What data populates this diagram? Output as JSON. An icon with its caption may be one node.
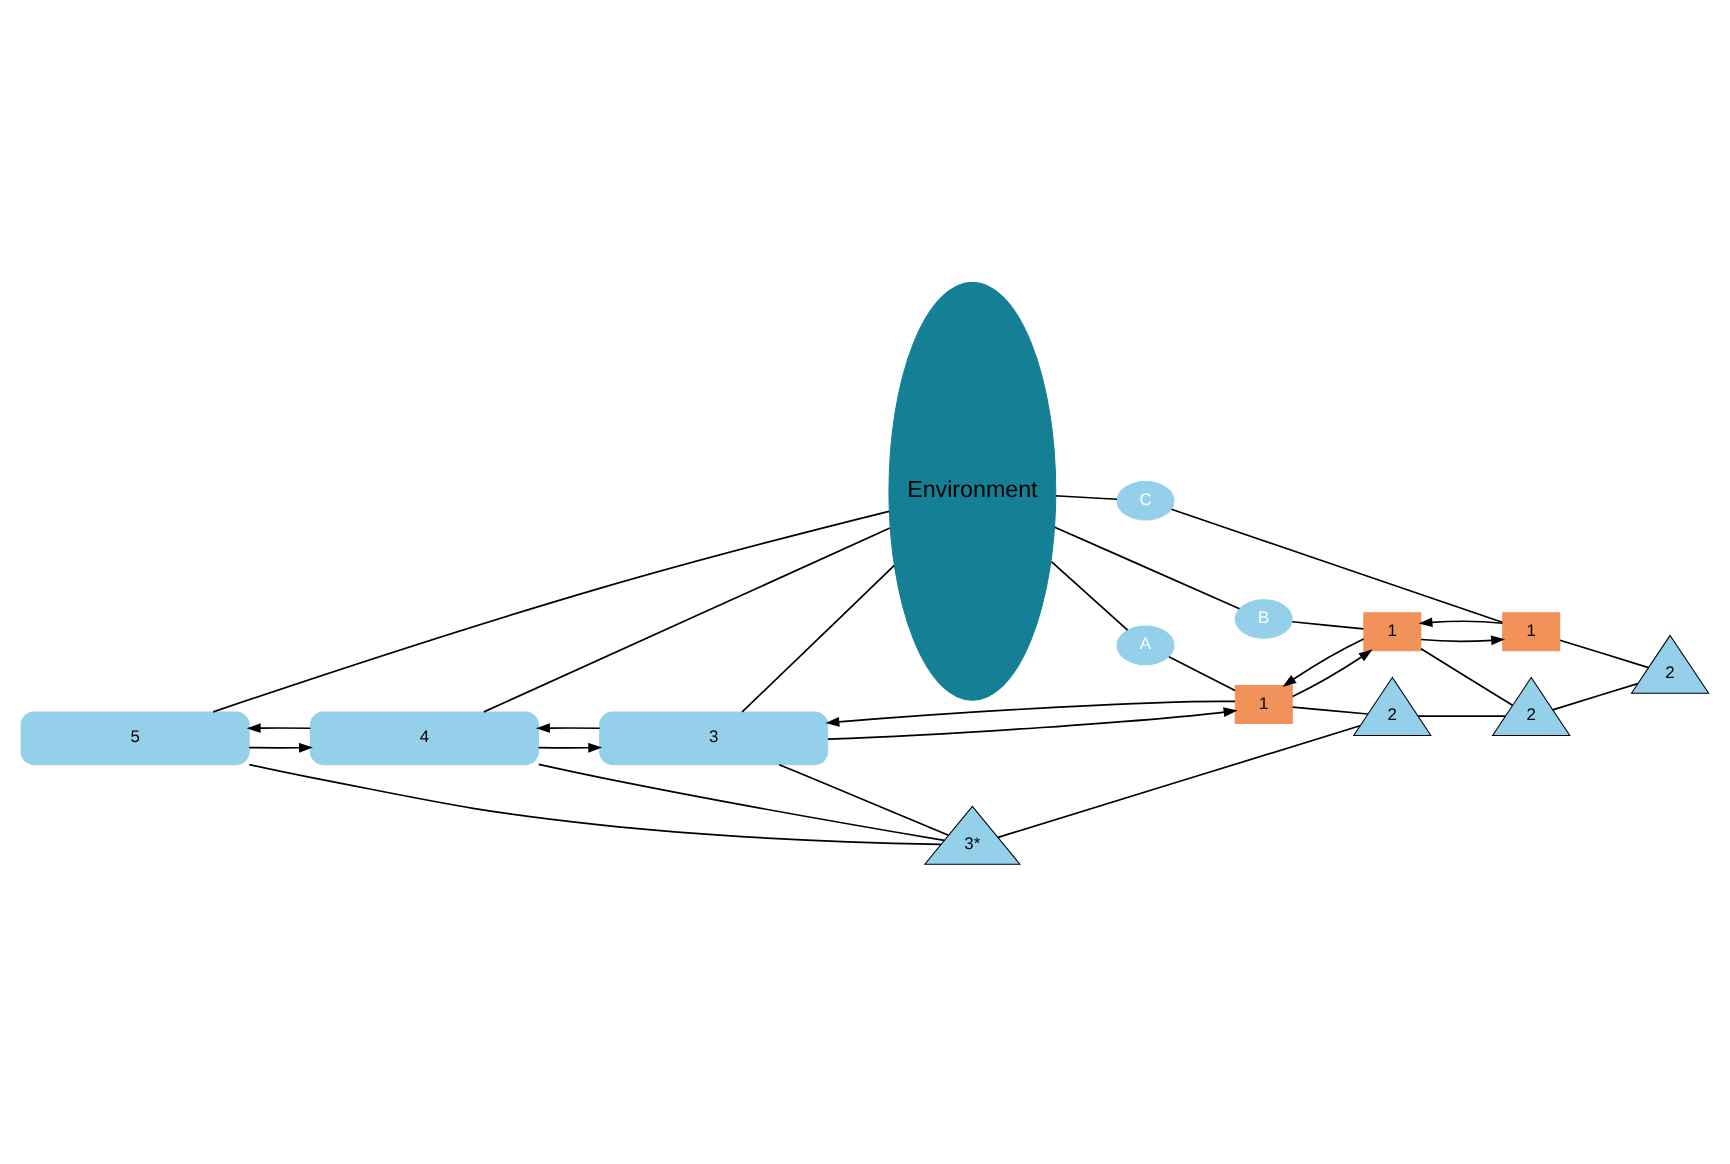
{
  "diagram": {
    "nodes": [
      {
        "text": [
          "Environment"
        ]
      },
      {
        "text": [
          "5"
        ]
      },
      {
        "text": [
          "4"
        ]
      },
      {
        "text": [
          "3"
        ]
      },
      {
        "text": [
          "3*"
        ]
      },
      {
        "text": [
          "A"
        ]
      },
      {
        "text": [
          "1"
        ]
      },
      {
        "text": [
          "2"
        ]
      },
      {
        "text": [
          "B"
        ]
      },
      {
        "text": [
          "1"
        ]
      },
      {
        "text": [
          "2"
        ]
      },
      {
        "text": [
          "C"
        ]
      },
      {
        "text": [
          "1"
        ]
      },
      {
        "text": [
          "2"
        ]
      }
    ],
    "edges": [
      {
        "from": 2,
        "to": 1,
        "arrow": "to"
      },
      {
        "from": 1,
        "to": 2,
        "arrow": "to"
      },
      {
        "from": 3,
        "to": 2,
        "arrow": "to"
      },
      {
        "from": 2,
        "to": 3,
        "arrow": "to"
      },
      {
        "from": 6,
        "to": 3,
        "arrow": "to"
      },
      {
        "from": 3,
        "to": 6,
        "arrow": "to"
      },
      {
        "from": 9,
        "to": 6,
        "arrow": "to"
      },
      {
        "from": 6,
        "to": 9,
        "arrow": "to"
      },
      {
        "from": 12,
        "to": 9,
        "arrow": "to"
      },
      {
        "from": 9,
        "to": 12,
        "arrow": "to"
      },
      {
        "from": 0,
        "to": 5,
        "arrow": "none"
      },
      {
        "from": 0,
        "to": 8,
        "arrow": "none"
      },
      {
        "from": 0,
        "to": 11,
        "arrow": "none"
      },
      {
        "from": 5,
        "to": 6,
        "arrow": "none"
      },
      {
        "from": 8,
        "to": 9,
        "arrow": "none"
      },
      {
        "from": 11,
        "to": 12,
        "arrow": "none"
      },
      {
        "from": 6,
        "to": 7,
        "arrow": "none"
      },
      {
        "from": 9,
        "to": 10,
        "arrow": "none"
      },
      {
        "from": 12,
        "to": 13,
        "arrow": "none"
      },
      {
        "from": 1,
        "to": 0,
        "arrow": "none"
      },
      {
        "from": 2,
        "to": 0,
        "arrow": "none"
      },
      {
        "from": 3,
        "to": 0,
        "arrow": "none"
      },
      {
        "from": 1,
        "to": 4,
        "arrow": "none"
      },
      {
        "from": 2,
        "to": 4,
        "arrow": "none"
      },
      {
        "from": 3,
        "to": 4,
        "arrow": "none"
      },
      {
        "from": 4,
        "to": 7,
        "arrow": "none"
      },
      {
        "from": 7,
        "to": 10,
        "arrow": "none"
      },
      {
        "from": 10,
        "to": 13,
        "arrow": "none"
      }
    ]
  }
}
